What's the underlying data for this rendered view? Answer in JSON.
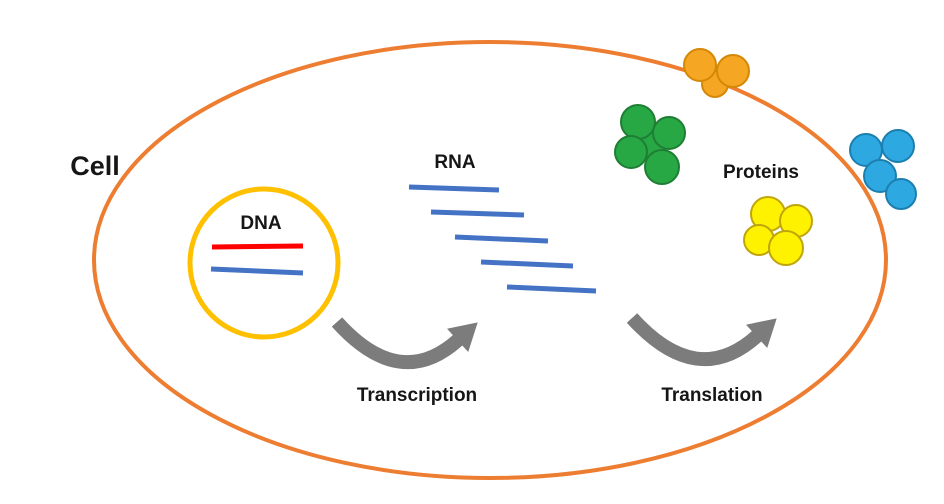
{
  "labels": {
    "cell": "Cell",
    "dna": "DNA",
    "rna": "RNA",
    "proteins": "Proteins",
    "transcription": "Transcription",
    "translation": "Translation"
  },
  "colors": {
    "cell_outline": "#ED7D31",
    "nucleus_outline": "#FFC000",
    "dna_red": "#FF0000",
    "strand_blue": "#4472C4",
    "arrow_gray": "#7C7C7C",
    "protein_orange_fill": "#F5A623",
    "protein_orange_stroke": "#D48806",
    "protein_green_fill": "#28A745",
    "protein_green_stroke": "#1E7E34",
    "protein_blue_fill": "#2EA8E0",
    "protein_blue_stroke": "#1B7FB0",
    "protein_yellow_fill": "#FFF200",
    "protein_yellow_stroke": "#BFA50A"
  }
}
